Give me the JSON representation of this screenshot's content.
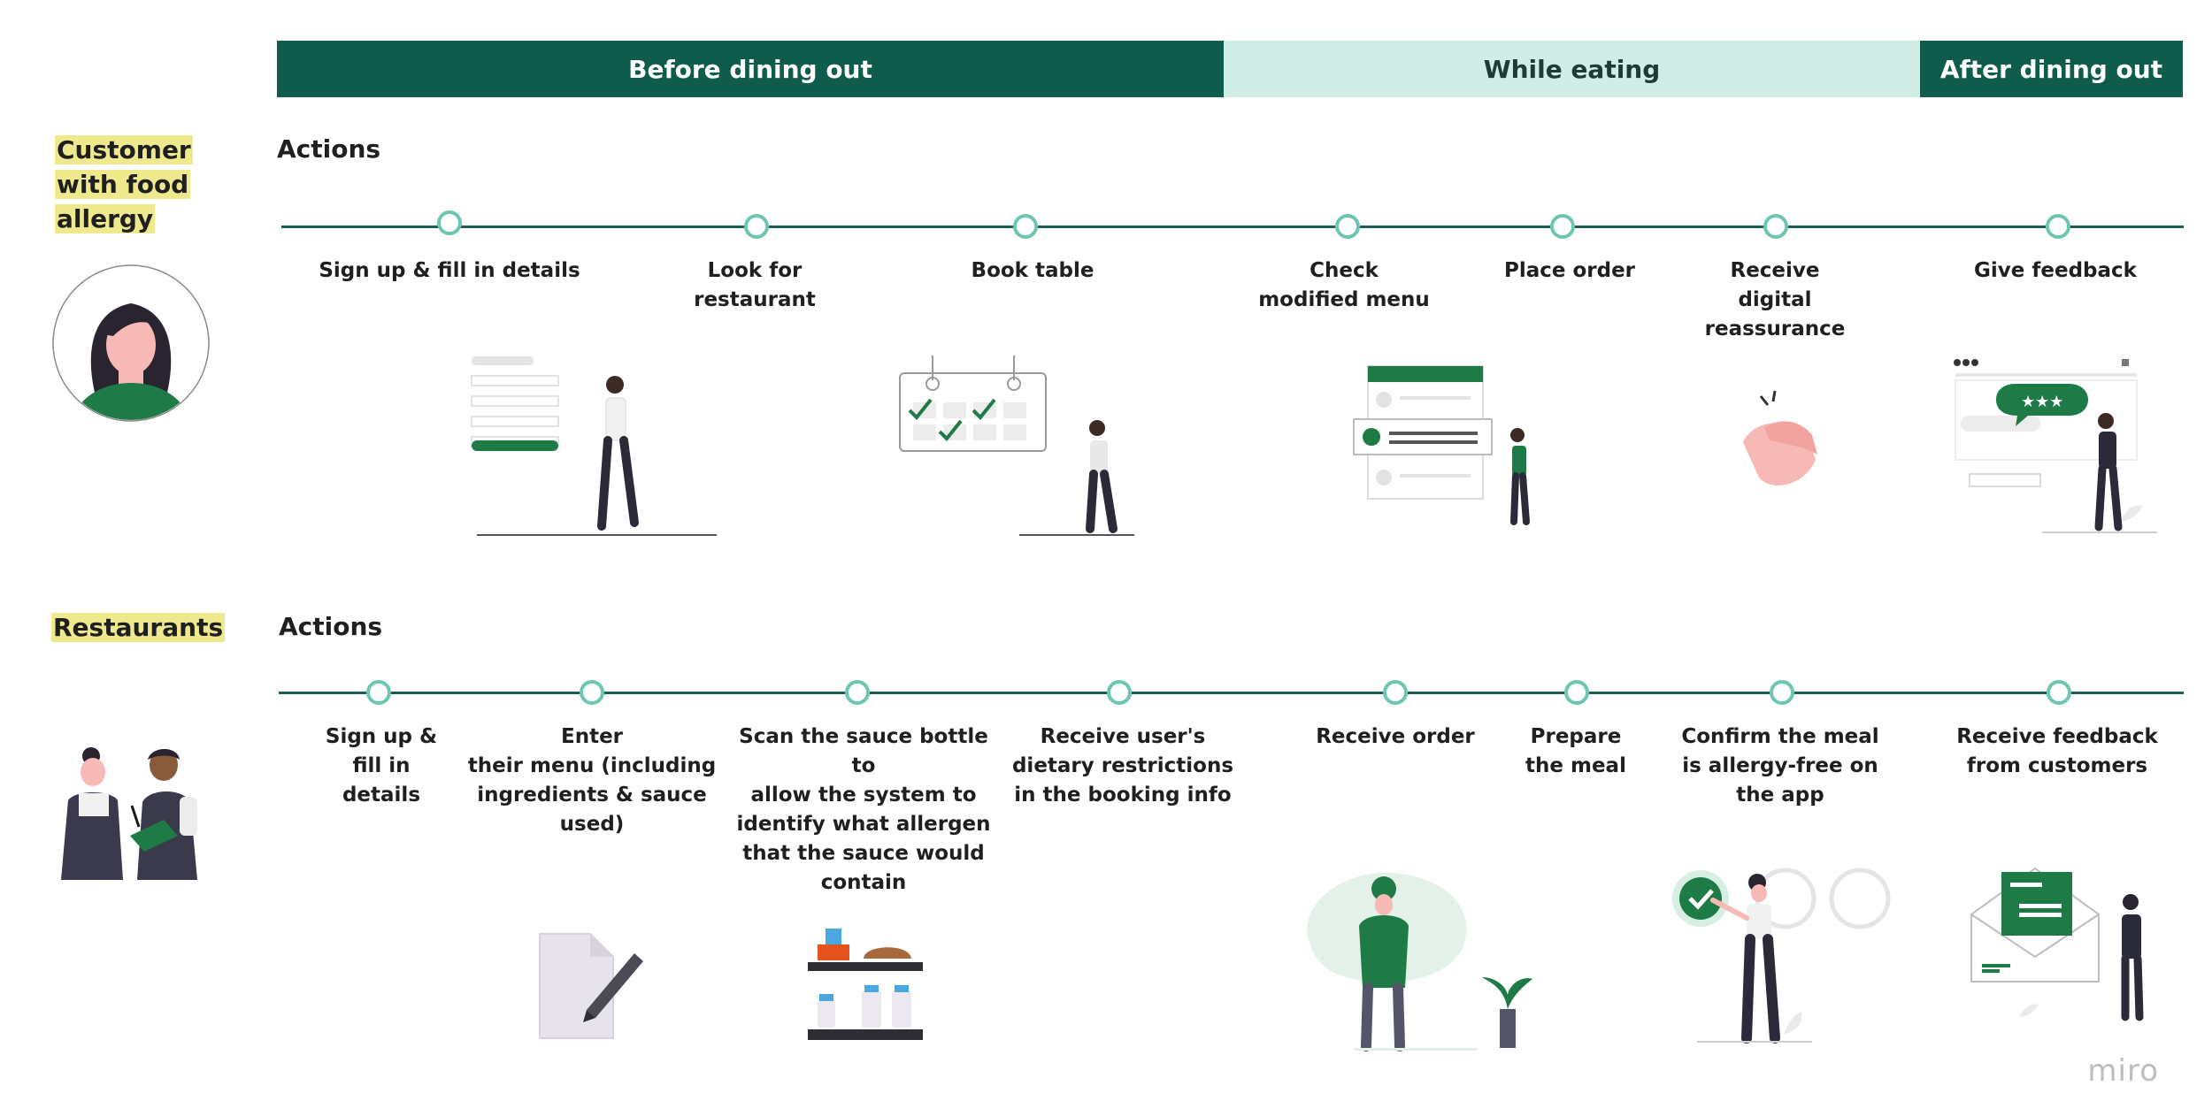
{
  "phases": [
    {
      "label": "Before dining out"
    },
    {
      "label": "While eating"
    },
    {
      "label": "After dining out"
    }
  ],
  "lanes": {
    "customer": {
      "persona_lines": [
        "Customer",
        "with food",
        "allergy"
      ],
      "section_title": "Actions",
      "steps": [
        {
          "label": "Sign up & fill in details"
        },
        {
          "label": "Look for\nrestaurant"
        },
        {
          "label": "Book table"
        },
        {
          "label": "Check\nmodified menu"
        },
        {
          "label": "Place order"
        },
        {
          "label": "Receive\ndigital\nreassurance"
        },
        {
          "label": "Give feedback"
        }
      ]
    },
    "restaurant": {
      "persona": "Restaurants",
      "section_title": "Actions",
      "steps": [
        {
          "label": "Sign up &\nfill in\ndetails"
        },
        {
          "label": "Enter\ntheir menu (including\ningredients & sauce\nused)"
        },
        {
          "label": "Scan the sauce bottle to\nallow the system to\nidentify what allergen\nthat the sauce would\ncontain"
        },
        {
          "label": "Receive user's\ndietary restrictions\nin the booking info"
        },
        {
          "label": "Receive order"
        },
        {
          "label": "Prepare\nthe meal"
        },
        {
          "label": "Confirm the meal\nis allergy-free on\nthe app"
        },
        {
          "label": "Receive feedback\nfrom customers"
        }
      ]
    }
  },
  "icons": {
    "avatar": "woman-avatar-icon",
    "restaurant_staff": "restaurant-staff-icon",
    "feedback_stars": "★★★"
  },
  "watermark": "miro",
  "colors": {
    "dark_green": "#0f5c4c",
    "light_green": "#d0eee6",
    "node_ring": "#6cc6b2",
    "highlight": "#efe98e",
    "accent_green": "#1e7a46"
  }
}
